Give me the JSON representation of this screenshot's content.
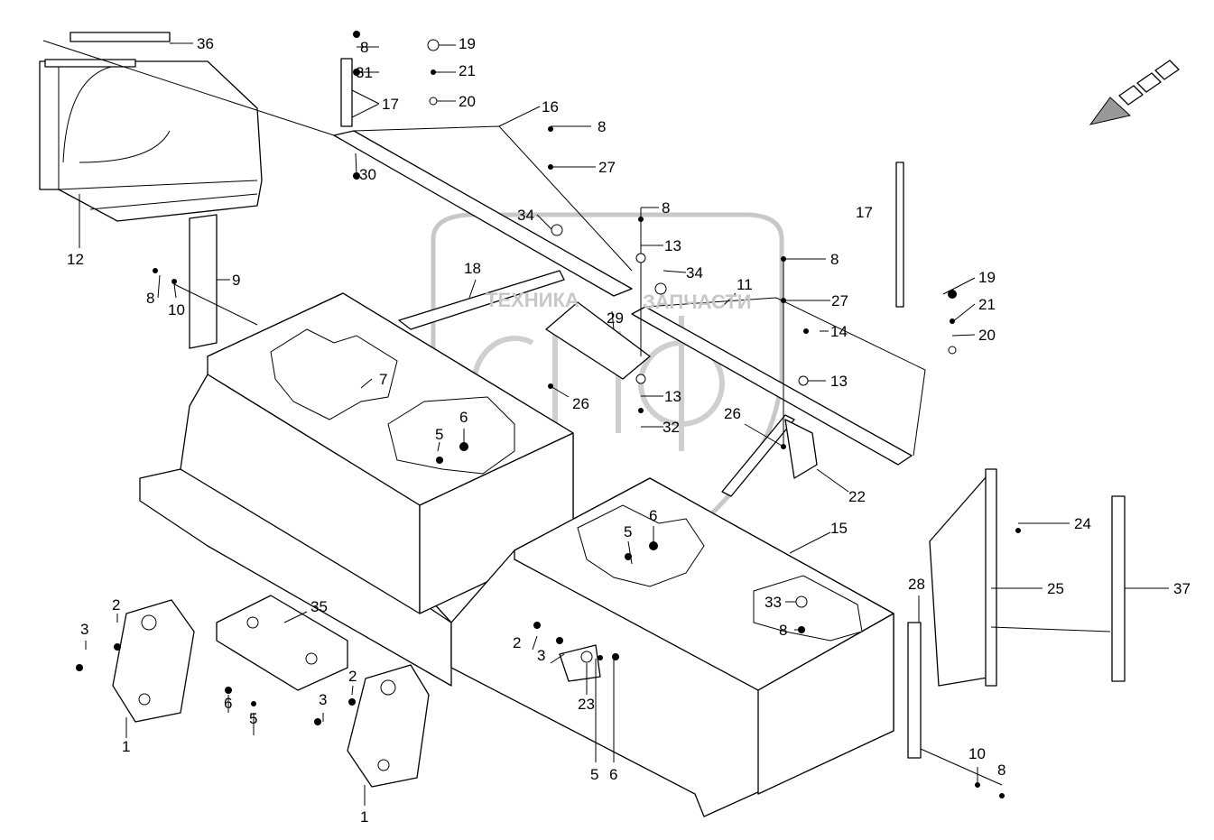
{
  "diagram": {
    "type": "exploded parts diagram",
    "watermark": {
      "text": "ТЕХНИКА И ЗАПЧАСТИ",
      "logo": "спф"
    },
    "direction_arrow": "travel-direction-arrow",
    "callouts": [
      "36",
      "8",
      "31",
      "17",
      "19",
      "21",
      "20",
      "16",
      "8",
      "27",
      "30",
      "12",
      "9",
      "8",
      "10",
      "34",
      "8",
      "13",
      "34",
      "18",
      "29",
      "11",
      "8",
      "27",
      "17",
      "19",
      "21",
      "20",
      "14",
      "13",
      "7",
      "26",
      "13",
      "32",
      "26",
      "6",
      "5",
      "22",
      "15",
      "24",
      "25",
      "37",
      "28",
      "35",
      "2",
      "3",
      "5",
      "6",
      "33",
      "8",
      "2",
      "3",
      "2",
      "3",
      "6",
      "5",
      "1",
      "23",
      "5",
      "6",
      "1",
      "10",
      "8"
    ]
  }
}
